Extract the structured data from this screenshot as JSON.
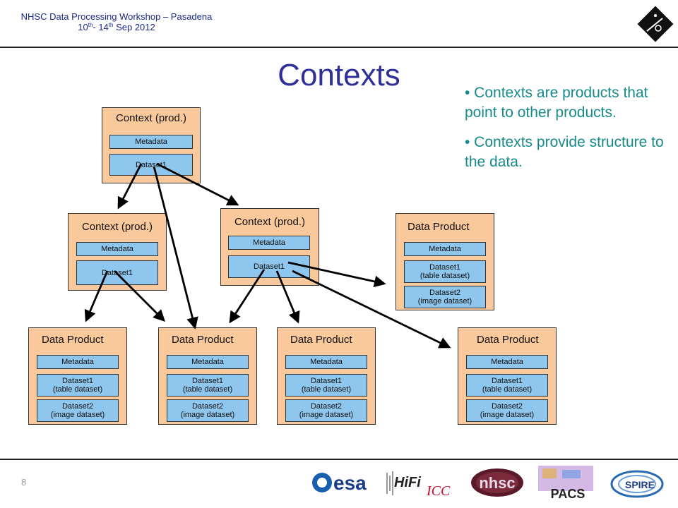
{
  "header": {
    "line1": "NHSC Data Processing Workshop – Pasadena",
    "line2_a": "10",
    "line2_sup1": "th",
    "line2_b": "- 14",
    "line2_sup2": "th",
    "line2_c": " Sep 2012"
  },
  "title": "Contexts",
  "bullets": [
    "• Contexts are products that point to other products.",
    "• Contexts provide structure to the data."
  ],
  "diagram": {
    "context_label": "Context (prod.)",
    "product_label": "Data Product",
    "metadata": "Metadata",
    "dataset1": "Dataset1",
    "dataset1_table": "Dataset1\n(table dataset)",
    "dataset2_image": "Dataset2\n(image dataset)"
  },
  "footer": {
    "page_number": "8",
    "logos": [
      "esa",
      "HiFi",
      "ICC",
      "nhsc",
      "PACS",
      "SPIRE"
    ]
  },
  "colors": {
    "box_fill": "#f9c89b",
    "cell_fill": "#8fc6ee",
    "title": "#2f2f9a",
    "bullets": "#168a8a",
    "header": "#1a2a8a"
  }
}
